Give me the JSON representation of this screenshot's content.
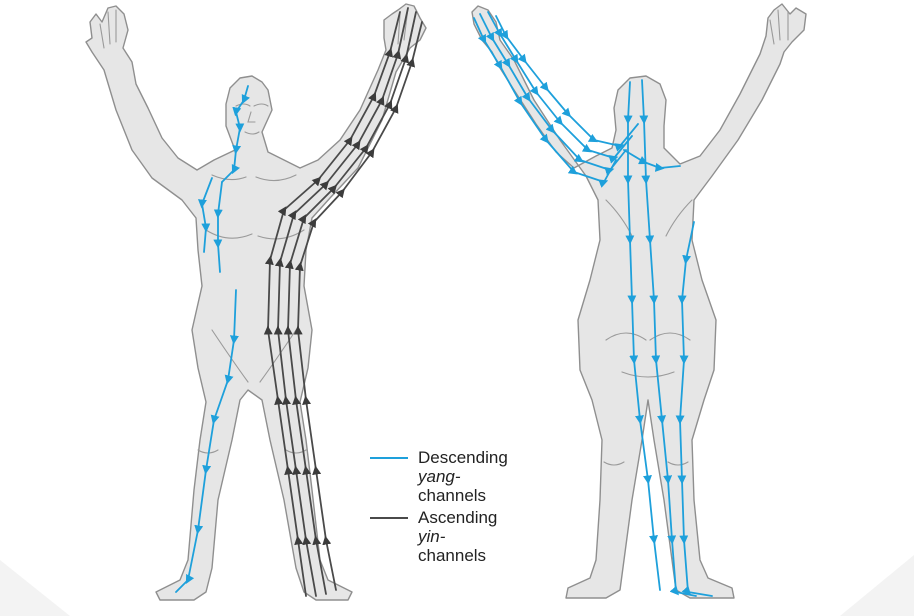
{
  "diagram": {
    "views": [
      "front",
      "back"
    ],
    "colors": {
      "body_fill": "#e6e6e6",
      "outline": "#8f8f8f",
      "descending_yang": "#1ea0db",
      "ascending_yin": "#4a4a4a"
    }
  },
  "legend": {
    "descending": {
      "word": "Descending",
      "term": "yang-",
      "suffix": "channels"
    },
    "ascending": {
      "word": "Ascending",
      "term": "yin-",
      "suffix": "channels"
    }
  }
}
